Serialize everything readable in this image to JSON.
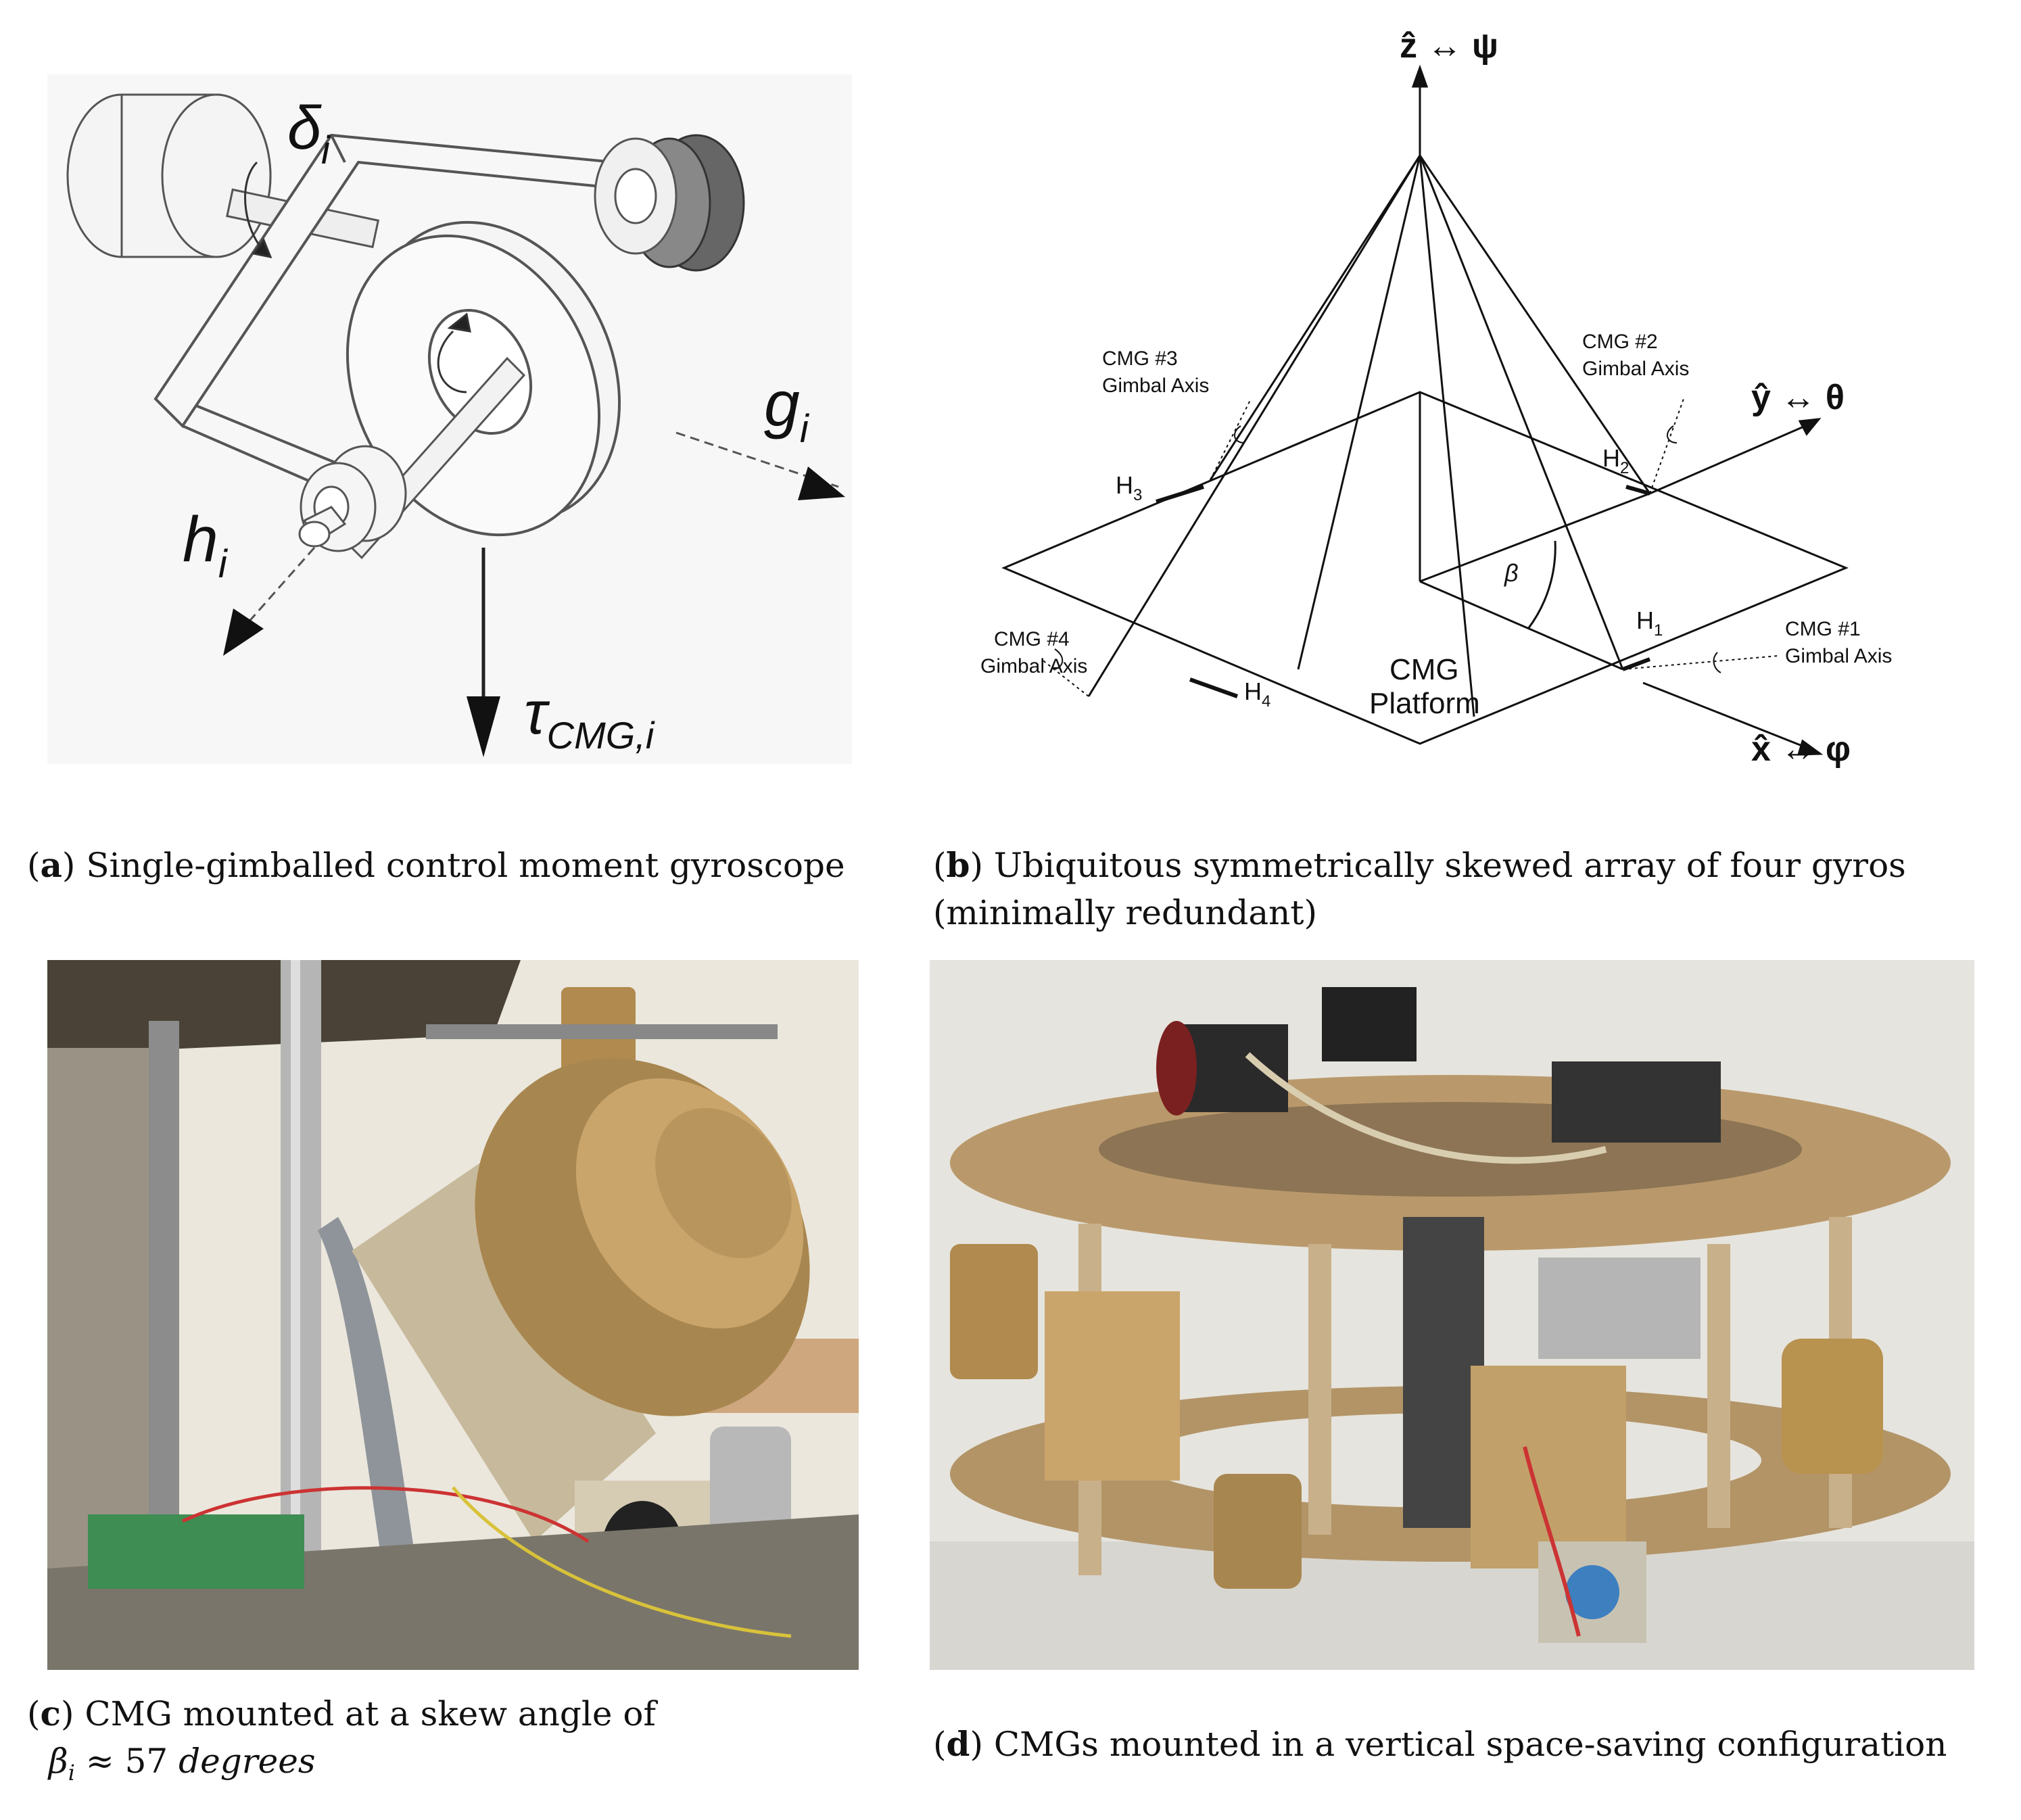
{
  "panel_a": {
    "labels": {
      "delta": "δ",
      "delta_sub": "i",
      "g": "g",
      "g_sub": "i",
      "h": "h",
      "h_sub": "i",
      "tau": "τ",
      "tau_sub": "CMG,i"
    },
    "caption": {
      "letter": "a",
      "text": " Single-gimballed control moment gyroscope"
    }
  },
  "panel_b": {
    "axes": {
      "z": "ẑ ↔ ψ",
      "y": "ŷ ↔ θ",
      "x": "x̂ ↔ φ"
    },
    "cmg_labels": {
      "cmg3": [
        "CMG #3",
        "Gimbal Axis"
      ],
      "cmg2": [
        "CMG #2",
        "Gimbal Axis"
      ],
      "cmg4": [
        "CMG #4",
        "Gimbal Axis"
      ],
      "cmg1": [
        "CMG #1",
        "Gimbal Axis"
      ]
    },
    "h_labels": {
      "h1": "H",
      "h1_sub": "1",
      "h2": "H",
      "h2_sub": "2",
      "h3": "H",
      "h3_sub": "3",
      "h4": "H",
      "h4_sub": "4"
    },
    "beta": "β",
    "platform": [
      "CMG",
      "Platform"
    ],
    "caption": {
      "letter": "b",
      "line1": " Ubiquitous symmetrically skewed array of four gyros",
      "line2": "(minimally redundant)"
    }
  },
  "panel_c": {
    "caption": {
      "letter": "c",
      "line1": " CMG mounted at a skew angle of",
      "line2_beta": "β",
      "line2_sub": "i",
      "line2_rest": " ≈ 57 ",
      "line2_unit": "degrees"
    }
  },
  "panel_d": {
    "caption": {
      "letter": "d",
      "text": " CMGs mounted in a vertical space-saving configuration"
    }
  },
  "colors": {
    "gold": "#b8955a",
    "brass": "#c9a56b",
    "steel": "#a8a8a8",
    "wall": "#e9e6dc",
    "dark": "#222222"
  }
}
